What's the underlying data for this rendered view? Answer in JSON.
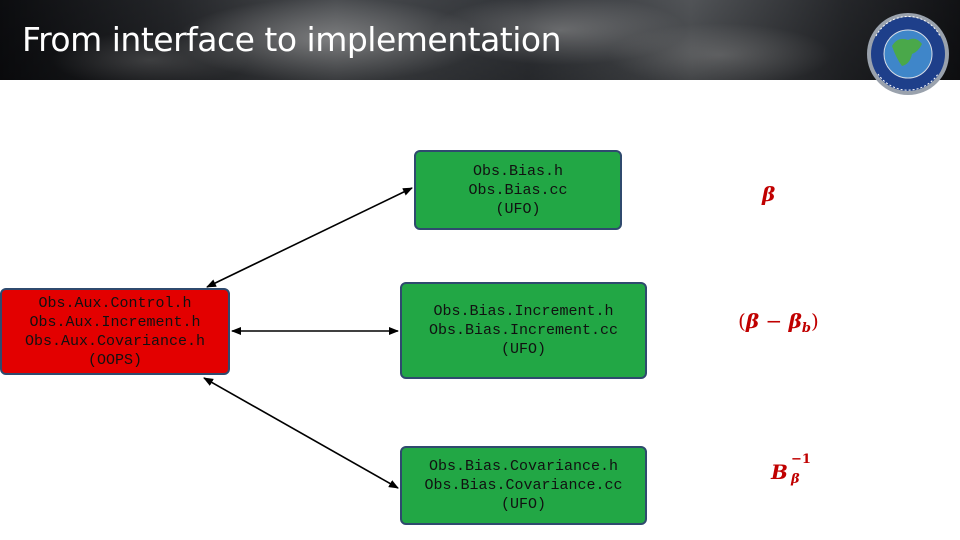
{
  "header": {
    "title": "From interface to implementation",
    "logo_name": "jcsda-logo"
  },
  "diagram": {
    "oops_box": {
      "lines": [
        "Obs.Aux.Control.h",
        "Obs.Aux.Increment.h",
        "Obs.Aux.Covariance.h",
        "(OOPS)"
      ]
    },
    "bias_box": {
      "lines": [
        "Obs.Bias.h",
        "Obs.Bias.cc",
        "(UFO)"
      ]
    },
    "increment_box": {
      "lines": [
        "Obs.Bias.Increment.h",
        "Obs.Bias.Increment.cc",
        "(UFO)"
      ]
    },
    "covariance_box": {
      "lines": [
        "Obs.Bias.Covariance.h",
        "Obs.Bias.Covariance.cc",
        "(UFO)"
      ]
    },
    "math": {
      "beta": "β",
      "diff_open": "(",
      "diff_beta": "β",
      "diff_minus": " − ",
      "diff_beta_b": "β",
      "diff_sub": "b",
      "diff_close": ")",
      "cov_base": "B",
      "cov_sub": "β",
      "cov_sup": "−1"
    },
    "colors": {
      "ufo_box": "#22a745",
      "oops_box": "#e30000",
      "box_border": "#2f4a6e",
      "math_text": "#c00000"
    }
  }
}
